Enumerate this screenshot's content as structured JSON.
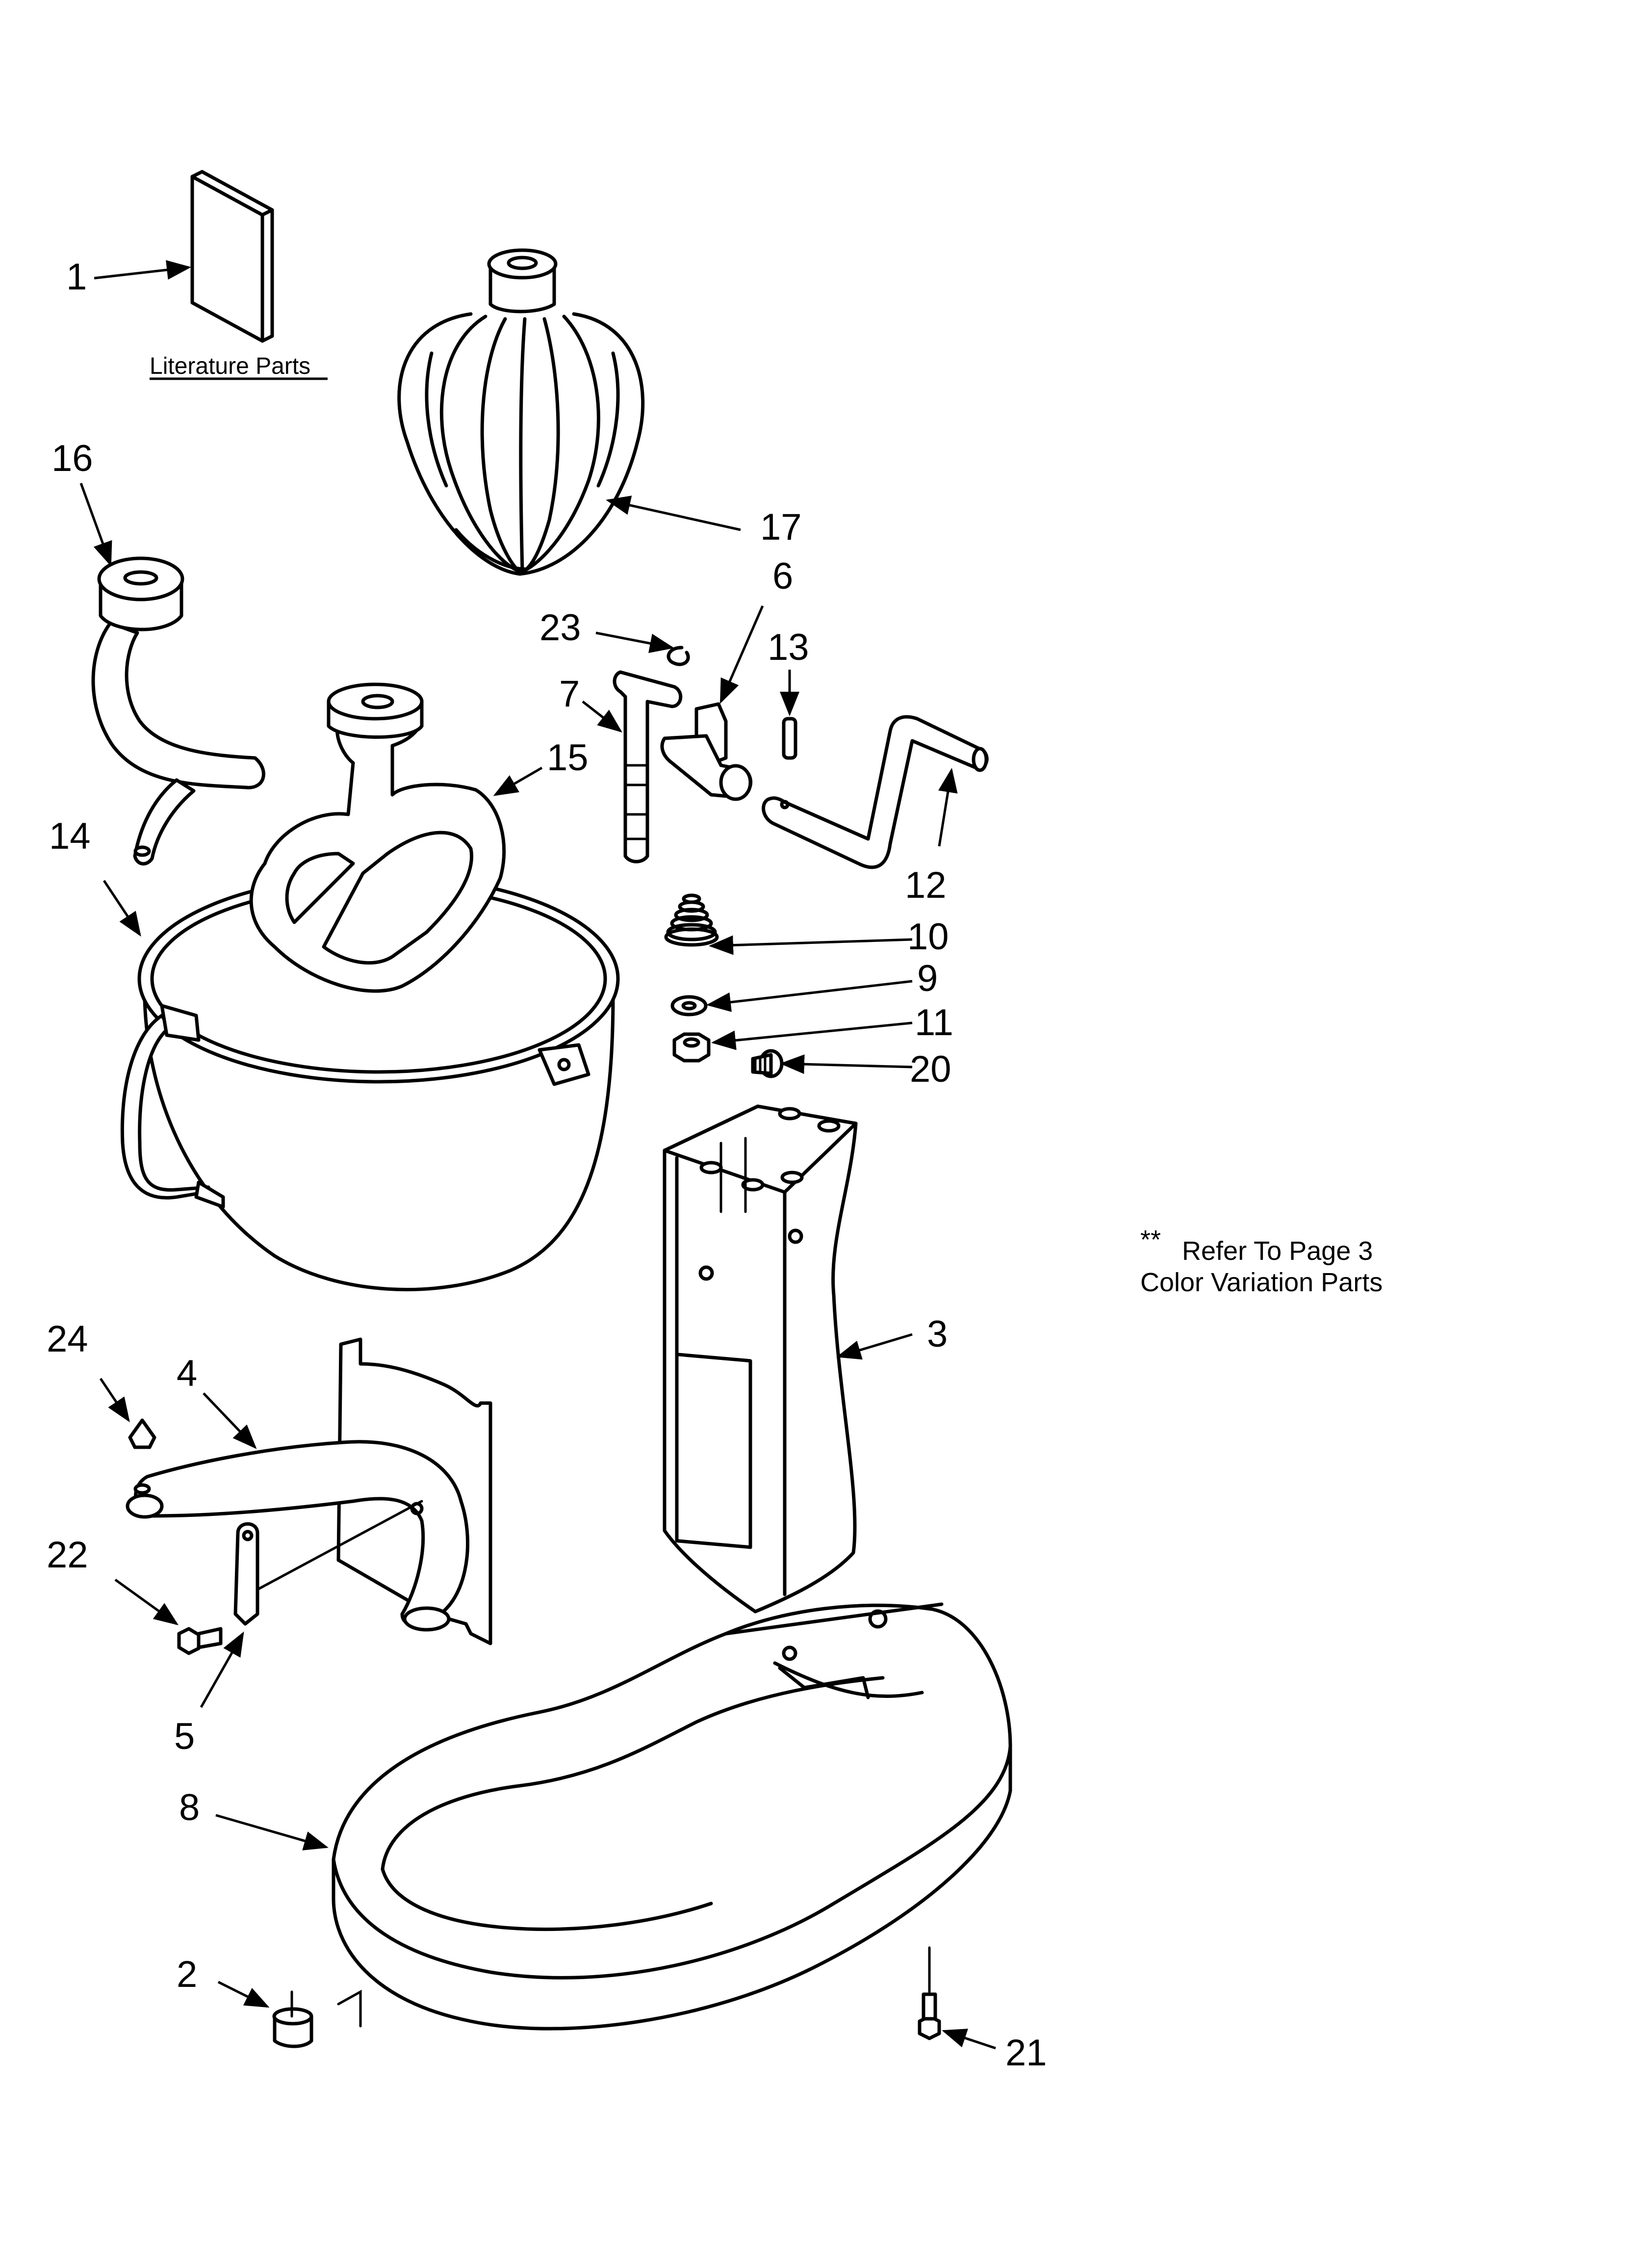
{
  "literature_label": "Literature Parts",
  "note": {
    "marker": "**",
    "line1": "Refer To Page 3",
    "line2": "Color Variation Parts"
  },
  "callouts": {
    "c1": "1",
    "c2": "2",
    "c3": "3",
    "c4": "4",
    "c5": "5",
    "c6": "6",
    "c7": "7",
    "c8": "8",
    "c9": "9",
    "c10": "10",
    "c11": "11",
    "c12": "12",
    "c13": "13",
    "c14": "14",
    "c15": "15",
    "c16": "16",
    "c17": "17",
    "c20": "20",
    "c21": "21",
    "c22": "22",
    "c23": "23",
    "c24": "24"
  }
}
